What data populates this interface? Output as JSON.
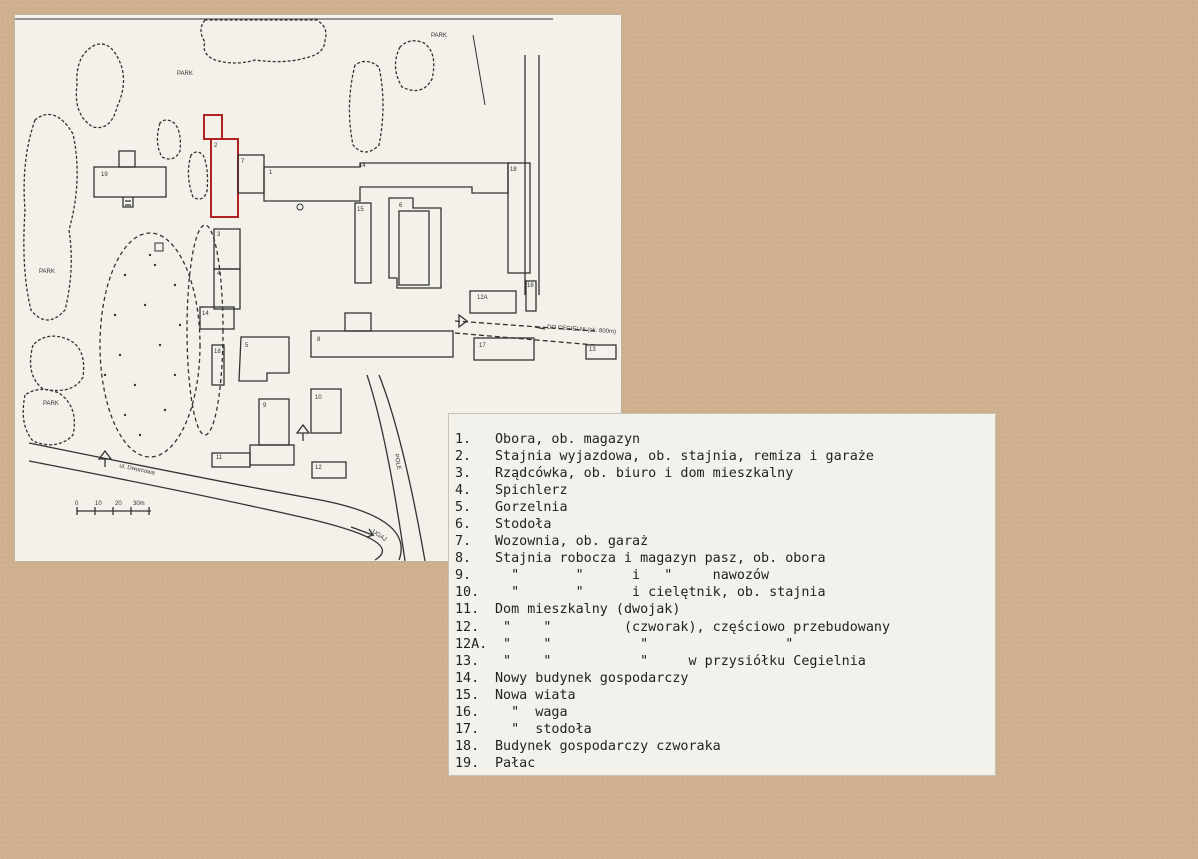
{
  "map": {
    "park_labels": [
      "PARK",
      "PARK",
      "PARK",
      "PARK"
    ],
    "building_numbers": [
      "1",
      "2",
      "3",
      "4",
      "5",
      "6",
      "7",
      "8",
      "9",
      "10",
      "11",
      "12",
      "12A",
      "13",
      "14",
      "15",
      "16",
      "17",
      "18",
      "19",
      "18",
      "14"
    ],
    "road_labels": {
      "to_cegielnia": "DO CEGIELNI (ok. 800m)",
      "street": "ul. Dworcowa",
      "field": "POLE",
      "to_other": "UGAJ"
    },
    "scale": {
      "ticks": [
        "0",
        "10",
        "20",
        "30m"
      ]
    }
  },
  "legend": {
    "items": [
      {
        "num": "1.",
        "text": "Obora, ob. magazyn"
      },
      {
        "num": "2.",
        "text": "Stajnia wyjazdowa, ob. stajnia, remiza i garaże"
      },
      {
        "num": "3.",
        "text": "Rządcówka, ob. biuro i dom mieszkalny"
      },
      {
        "num": "4.",
        "text": "Spichlerz"
      },
      {
        "num": "5.",
        "text": "Gorzelnia"
      },
      {
        "num": "6.",
        "text": "Stodoła"
      },
      {
        "num": "7.",
        "text": "Wozownia, ob. garaż"
      },
      {
        "num": "8.",
        "text": "Stajnia robocza i magazyn pasz, ob. obora"
      },
      {
        "num": "9.",
        "text": "  \"       \"      i   \"     nawozów"
      },
      {
        "num": "10.",
        "text": "  \"       \"      i cielętnik, ob. stajnia"
      },
      {
        "num": "11.",
        "text": "Dom mieszkalny (dwojak)"
      },
      {
        "num": "12.",
        "text": " \"    \"         (czworak), częściowo przebudowany"
      },
      {
        "num": "12A.",
        "text": " \"    \"           \"                 \""
      },
      {
        "num": "13.",
        "text": " \"    \"           \"     w przysiółku Cegielnia"
      },
      {
        "num": "14.",
        "text": "Nowy budynek gospodarczy"
      },
      {
        "num": "15.",
        "text": "Nowa wiata"
      },
      {
        "num": "16.",
        "text": "  \"  waga"
      },
      {
        "num": "17.",
        "text": "  \"  stodoła"
      },
      {
        "num": "18.",
        "text": "Budynek gospodarczy czworaka"
      },
      {
        "num": "19.",
        "text": "Pałac"
      }
    ]
  },
  "colors": {
    "highlight": "#b22222",
    "ink": "#222222",
    "paper": "#f3f1ea",
    "board": "#cfb190"
  }
}
